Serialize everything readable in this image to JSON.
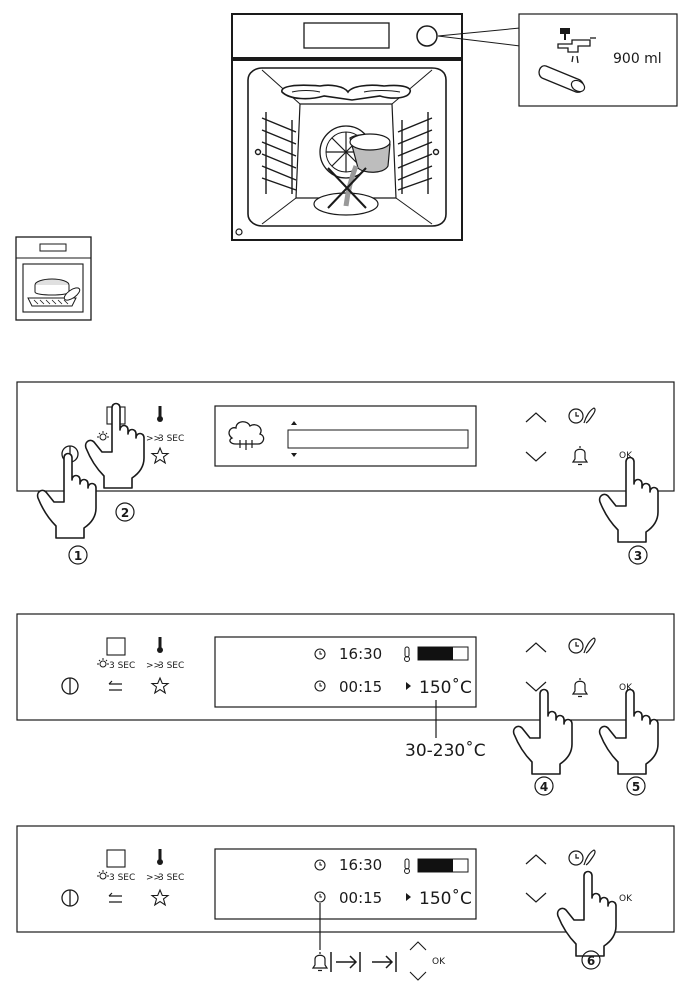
{
  "water": {
    "volume": "900 ml"
  },
  "controls": {
    "steam_duration": "3 SEC",
    "fast_heat_duration": "3 SEC",
    "ok_label": "OK"
  },
  "display": {
    "clock_time": "16:30",
    "timer_value": "00:15",
    "temperature": "150˚C",
    "temperature_range": "30-230˚C",
    "heat_level": 0.7
  },
  "steps": [
    "1",
    "2",
    "3",
    "4",
    "5",
    "6"
  ],
  "colors": {
    "line": "#1a1a1a",
    "water": "#999999",
    "bar_fill": "#111111"
  }
}
